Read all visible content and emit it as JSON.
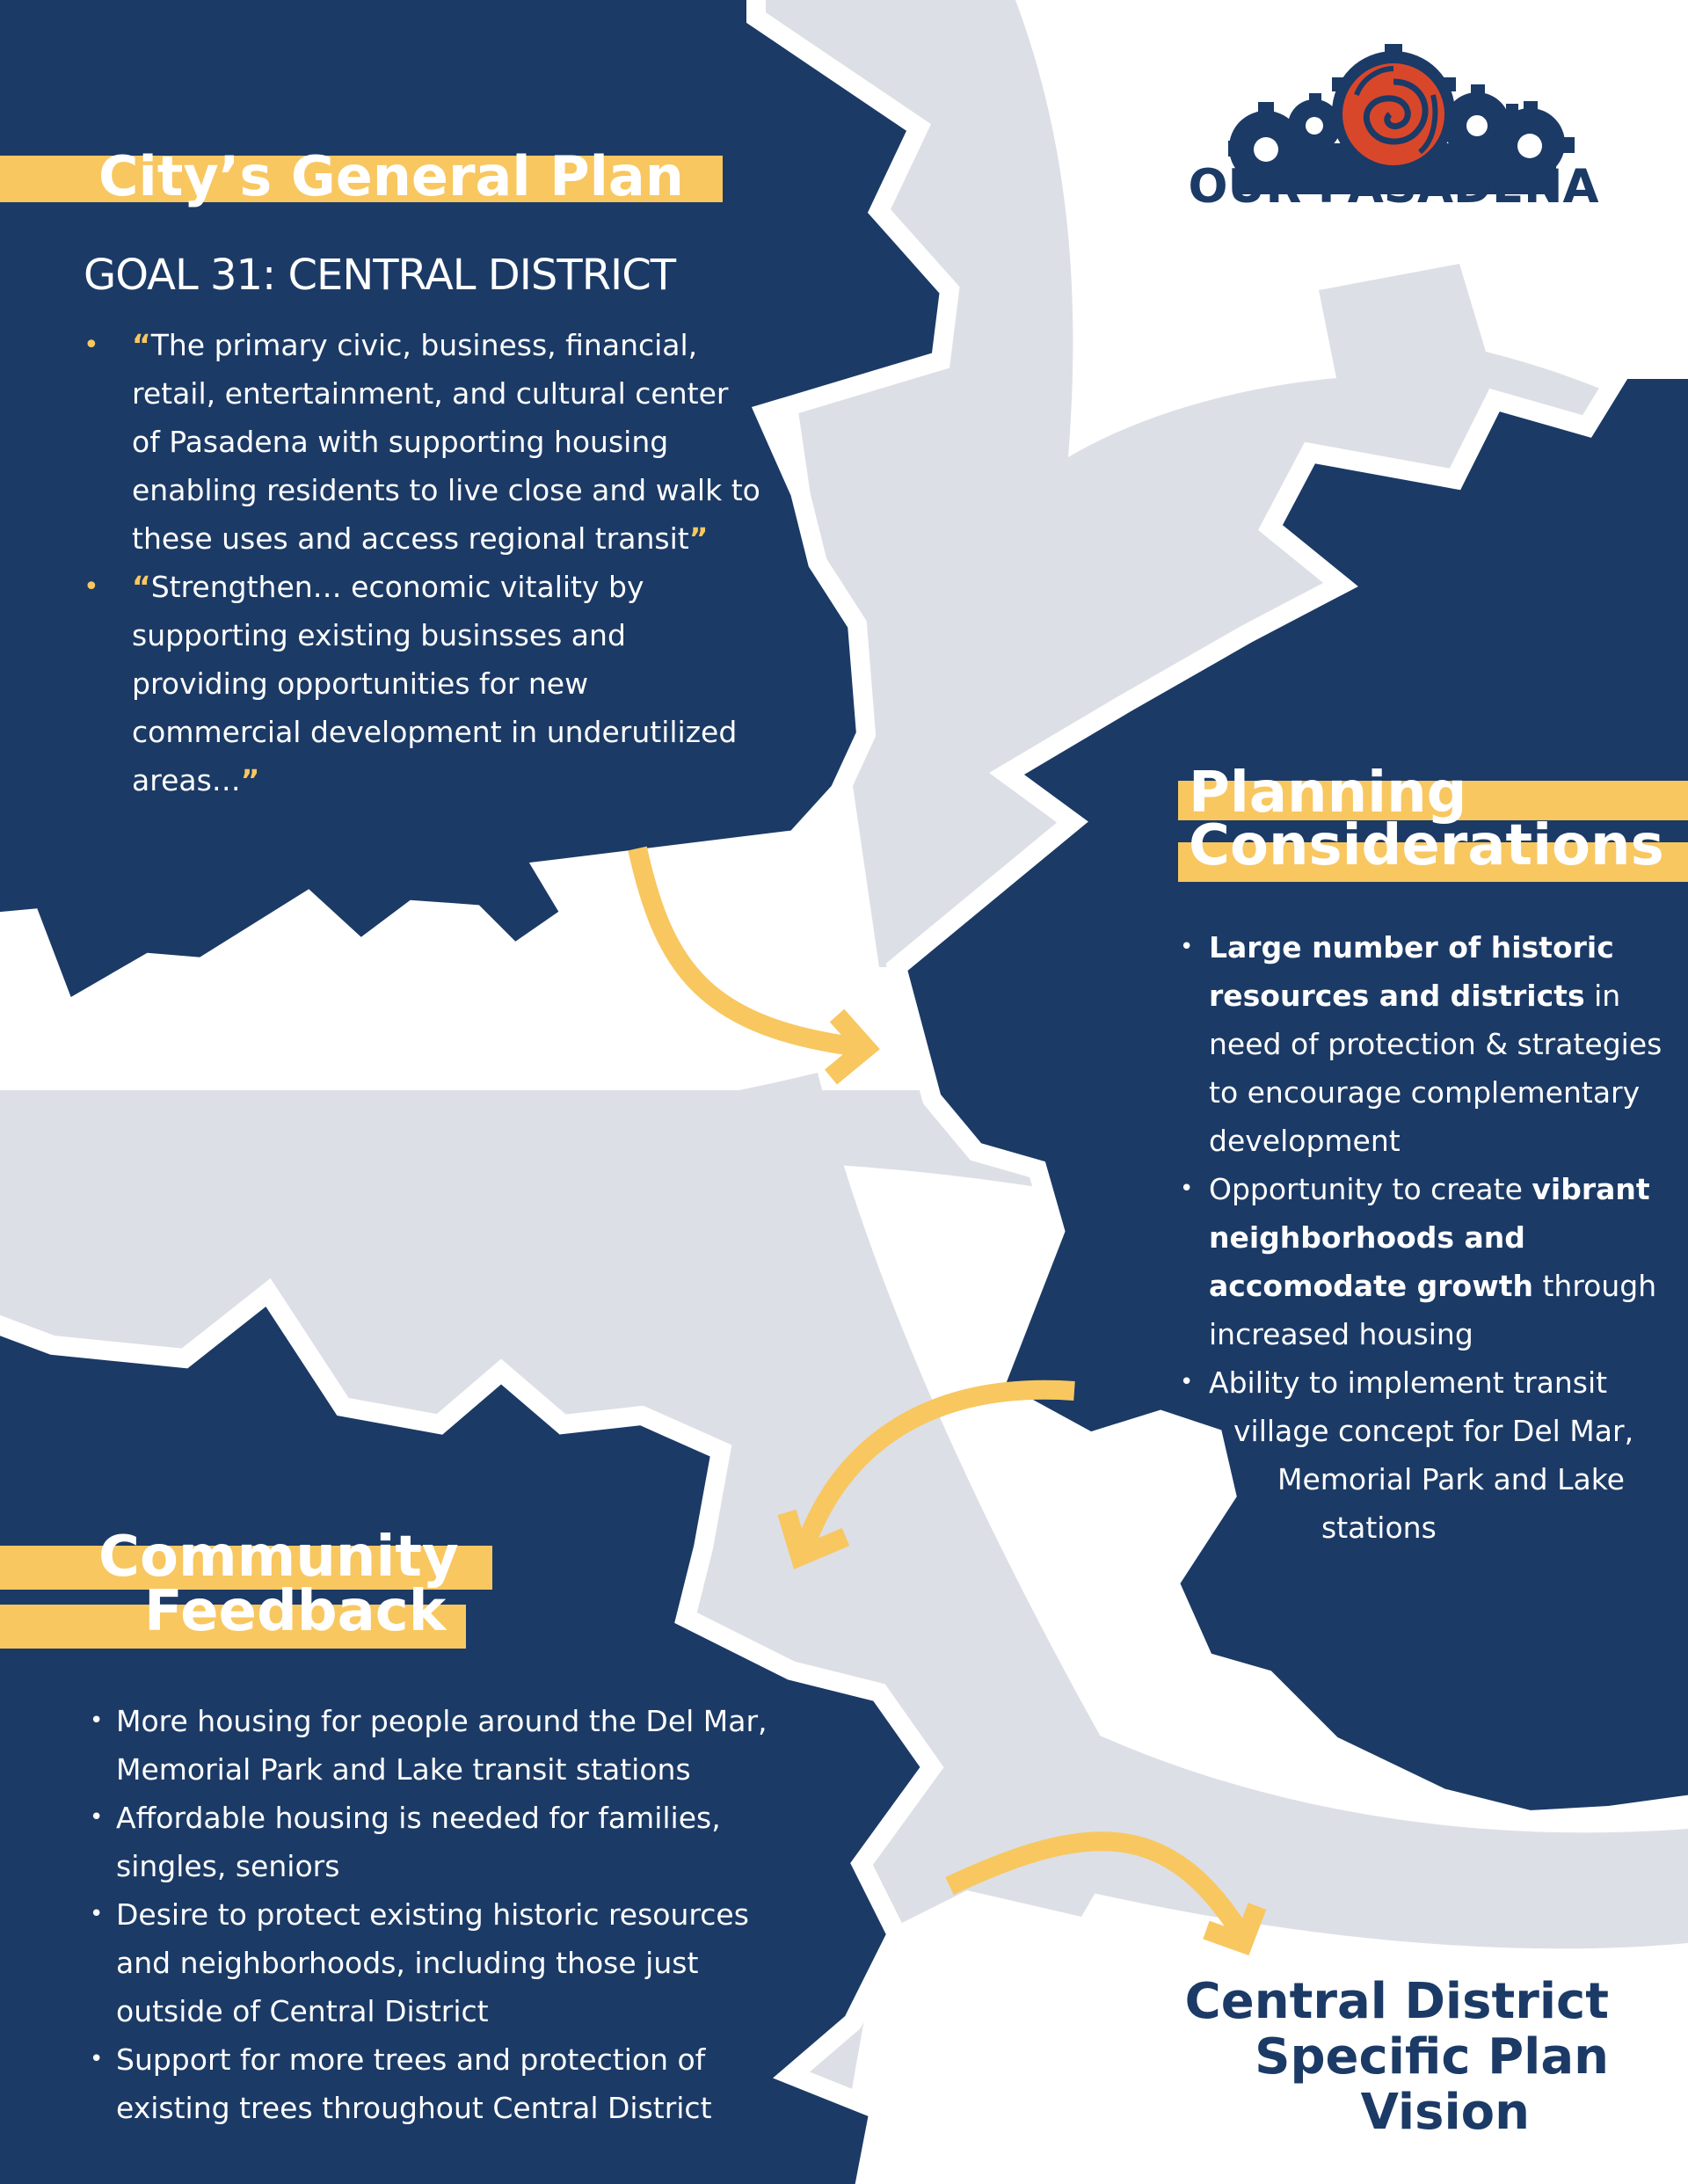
{
  "logo": {
    "text": "OUR PASADENA",
    "colors": {
      "navy": "#1b3a66",
      "red": "#d9472b"
    }
  },
  "general_plan": {
    "title": "City’s General Plan",
    "goal": "GOAL 31: CENTRAL DISTRICT",
    "bullets": [
      {
        "open_quote": "“",
        "text": "The primary civic, business, financial, retail, entertainment, and cultural center of Pasadena with supporting housing enabling residents to live close and walk to these uses and access regional transit",
        "close_quote": "”"
      },
      {
        "open_quote": "“",
        "text": "Strengthen… economic vitality by supporting existing businsses and providing opportunities for new commercial development in underutilized areas…",
        "close_quote": "”"
      }
    ]
  },
  "planning": {
    "title_line1": "Planning",
    "title_line2": "Considerations",
    "bullets": [
      {
        "bold": "Large number of historic resources and districts",
        "rest": " in need of protection & strategies to encourage complementary development"
      },
      {
        "pre": "Opportunity to create ",
        "bold": "vibrant neighborhoods and accomodate growth",
        "rest": " through increased housing"
      },
      {
        "line1": "Ability to implement transit",
        "line2": "village concept for Del Mar,",
        "line3": "Memorial Park and Lake",
        "line4": "stations"
      }
    ]
  },
  "community": {
    "title_line1": "Community",
    "title_line2": "Feedback",
    "bullets": [
      "More housing for people around the Del Mar, Memorial Park and Lake transit stations",
      "Affordable housing is needed for families, singles, seniors",
      "Desire to protect existing historic resources and neighborhoods, including those just outside of Central District",
      "Support for more trees and protection of existing trees throughout Central District"
    ]
  },
  "vision": {
    "line1": "Central District",
    "line2": "Specific Plan",
    "line3": "Vision"
  },
  "colors": {
    "navy": "#1b3a66",
    "gray": "#dcdfe6",
    "yellow": "#f8c760",
    "white": "#ffffff"
  }
}
